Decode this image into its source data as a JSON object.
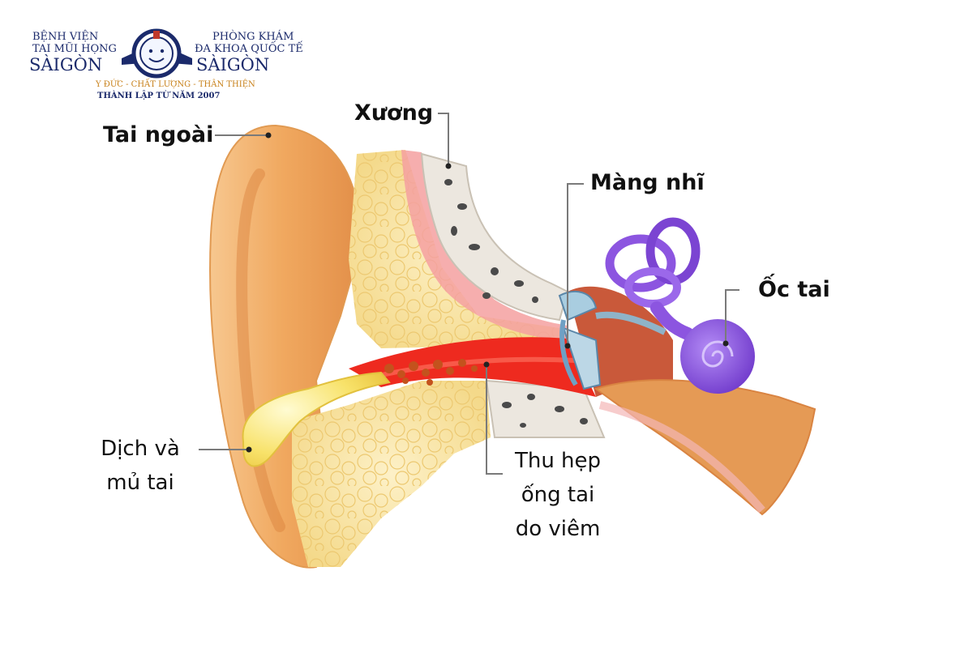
{
  "logo": {
    "left_line1": "BỆNH VIỆN",
    "left_line2": "TAI MŨI HỌNG",
    "left_city": "SÀIGÒN",
    "right_line1": "PHÒNG KHÁM",
    "right_line2": "ĐA KHOA QUỐC TẾ",
    "right_city": "SÀIGÒN",
    "slogan": "Y ĐỨC - CHẤT LƯỢNG - THÂN THIỆN",
    "founded": "THÀNH LẬP TỪ NĂM 2007"
  },
  "labels": {
    "outer_ear": "Tai ngoài",
    "bone": "Xương",
    "eardrum": "Màng nhĩ",
    "cochlea": "Ốc tai",
    "fluid_line1": "Dịch và",
    "fluid_line2": "mủ tai",
    "narrow_line1": "Thu hẹp",
    "narrow_line2": "ống tai",
    "narrow_line3": "do viêm"
  },
  "colors": {
    "skin": "#f2b06b",
    "skin_dark": "#d9813c",
    "fat": "#f8e3a3",
    "inflamed": "#ee2a1f",
    "bone": "#e9e4dc",
    "cochlea": "#8c55e0",
    "logo_blue": "#1b2a6b"
  }
}
